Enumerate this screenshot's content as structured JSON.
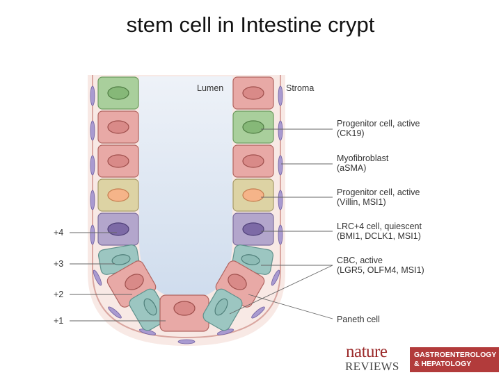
{
  "title": "stem cell in Intestine crypt",
  "diagram": {
    "labels": {
      "lumen": "Lumen",
      "stroma": "Stroma"
    },
    "annotations": [
      {
        "id": "progenitor-ck19",
        "line1": "Progenitor cell, active",
        "line2": "(CK19)"
      },
      {
        "id": "myofibroblast",
        "line1": "Myofibroblast",
        "line2": "(aSMA)"
      },
      {
        "id": "progenitor-villin",
        "line1": "Progenitor cell, active",
        "line2": "(Villin, MSI1)"
      },
      {
        "id": "lrc4",
        "line1": "LRC+4 cell, quiescent",
        "line2": "(BMI1, DCLK1, MSI1)"
      },
      {
        "id": "cbc",
        "line1": "CBC, active",
        "line2": "(LGR5, OLFM4, MSI1)"
      },
      {
        "id": "paneth",
        "line1": "Paneth cell",
        "line2": ""
      }
    ],
    "positions": [
      "+4",
      "+3",
      "+2",
      "+1"
    ],
    "colors": {
      "progenitor_ck19": "#a9cf9c",
      "progenitor_generic": "#e8a9a6",
      "progenitor_villin": "#ddd3a4",
      "lrc4": "#b3a6cc",
      "cbc": "#9cc6c1",
      "paneth": "#e8a9a6",
      "myofibroblast": "#a99ad0",
      "lumen": "#dfe8f5",
      "stroma": "#f4dcd6"
    }
  },
  "logo": {
    "nature": "nature",
    "reviews": "REVIEWS",
    "journal_line1": "GASTROENTEROLOGY",
    "journal_line2": "& HEPATOLOGY"
  }
}
